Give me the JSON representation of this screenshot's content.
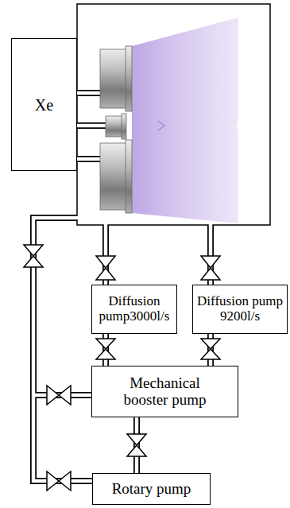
{
  "diagram": {
    "nodes": [
      {
        "text": [
          "Xe"
        ]
      },
      {
        "text": [
          "Diffusion pump3000l/s"
        ]
      },
      {
        "text": [
          "Diffusion pump 9200l/s"
        ]
      },
      {
        "text": [
          "Mechanical booster pump"
        ]
      },
      {
        "text": [
          "Rotary pump"
        ]
      }
    ],
    "edges": [
      {
        "from": 1,
        "to": 3,
        "arrow": "none"
      },
      {
        "from": 2,
        "to": 3,
        "arrow": "none"
      },
      {
        "from": 3,
        "to": 4,
        "arrow": "none"
      }
    ]
  }
}
